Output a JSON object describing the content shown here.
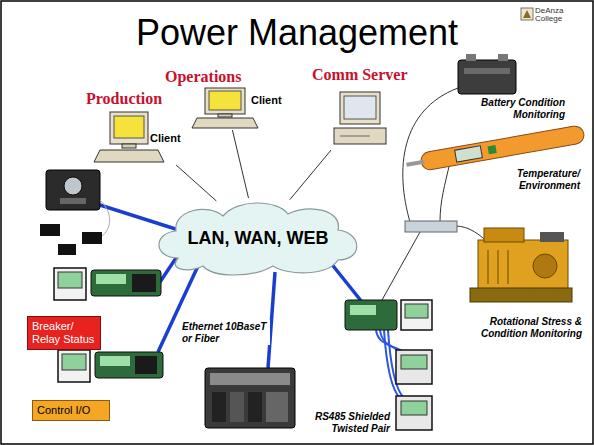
{
  "diagram": {
    "title": "Power Management",
    "nodes": [
      {
        "text": [
          "Production",
          "Client"
        ]
      },
      {
        "text": [
          "Operations",
          "Client"
        ]
      },
      {
        "text": [
          "Comm Server"
        ]
      },
      {
        "text": [
          "LAN, WAN, WEB"
        ]
      },
      {
        "text": [
          "Battery Condition Monitoring"
        ]
      },
      {
        "text": [
          "Temperature/ Environment"
        ]
      },
      {
        "text": [
          "Breaker/ Relay Status"
        ]
      },
      {
        "text": [
          "Rotational Stress & Condition Monitoring"
        ]
      },
      {
        "text": [
          "Control I/O"
        ]
      }
    ],
    "edges": [
      {
        "from": 0,
        "to": 3,
        "arrow": "none"
      },
      {
        "from": 1,
        "to": 3,
        "arrow": "none"
      },
      {
        "from": 2,
        "to": 3,
        "arrow": "none"
      }
    ],
    "labels": [
      "DeAnza College",
      "Ethernet 10BaseT or Fiber",
      "RS485 Shielded Twisted Pair"
    ]
  }
}
